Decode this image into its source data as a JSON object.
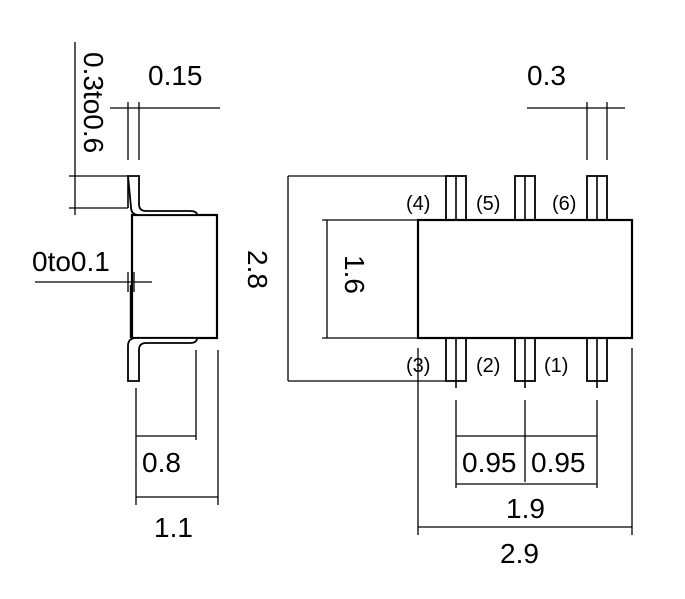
{
  "side_view": {
    "dims": {
      "lead_height": "0.3to0.6",
      "lead_thickness": "0.15",
      "standoff": "0to0.1",
      "body_width": "0.8",
      "overall_width": "1.1"
    }
  },
  "top_view": {
    "dims": {
      "lead_width": "0.3",
      "overall_height": "2.8",
      "body_height": "1.6",
      "pitch_left": "0.95",
      "pitch_right": "0.95",
      "pin_span": "1.9",
      "body_length": "2.9"
    },
    "pins": {
      "p1": "(1)",
      "p2": "(2)",
      "p3": "(3)",
      "p4": "(4)",
      "p5": "(5)",
      "p6": "(6)"
    }
  }
}
